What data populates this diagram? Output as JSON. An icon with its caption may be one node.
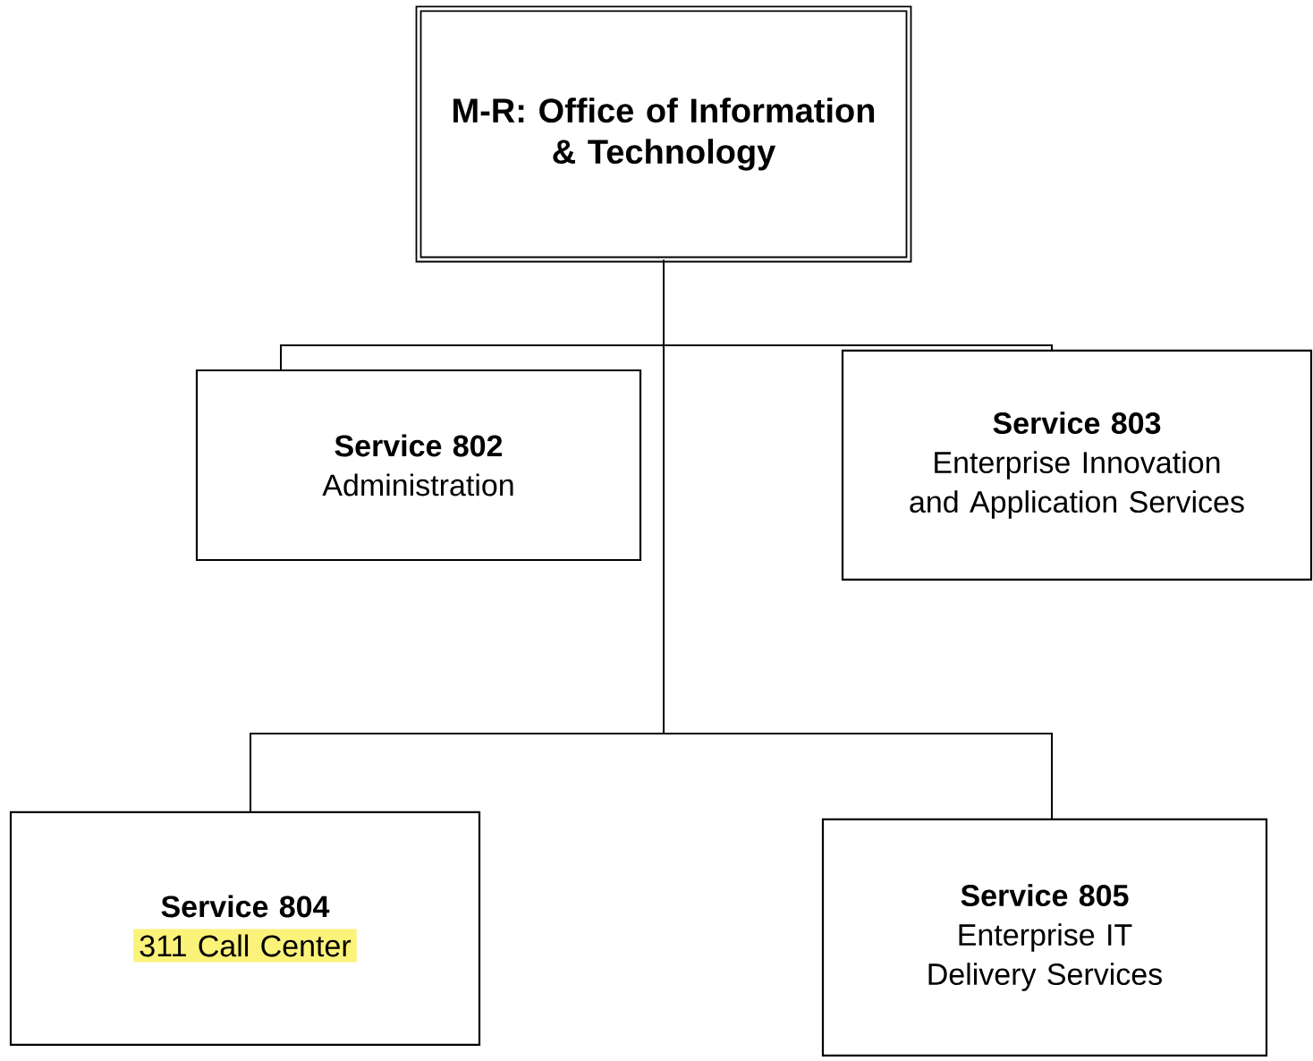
{
  "diagram": {
    "nodes": [
      {
        "text": [
          "M-R: Office of Information & Technology"
        ]
      },
      {
        "text": [
          "Service 802",
          "Administration"
        ]
      },
      {
        "text": [
          "Service 803",
          "Enterprise Innovation and Application Services"
        ]
      },
      {
        "text": [
          "Service 804",
          "311 Call Center"
        ]
      },
      {
        "text": [
          "Service 805",
          "Enterprise IT Delivery Services"
        ]
      }
    ],
    "edges": [
      {
        "from": 0,
        "to": 1,
        "arrow": "none"
      },
      {
        "from": 0,
        "to": 2,
        "arrow": "none"
      },
      {
        "from": 0,
        "to": 3,
        "arrow": "none"
      },
      {
        "from": 0,
        "to": 4,
        "arrow": "none"
      }
    ]
  }
}
